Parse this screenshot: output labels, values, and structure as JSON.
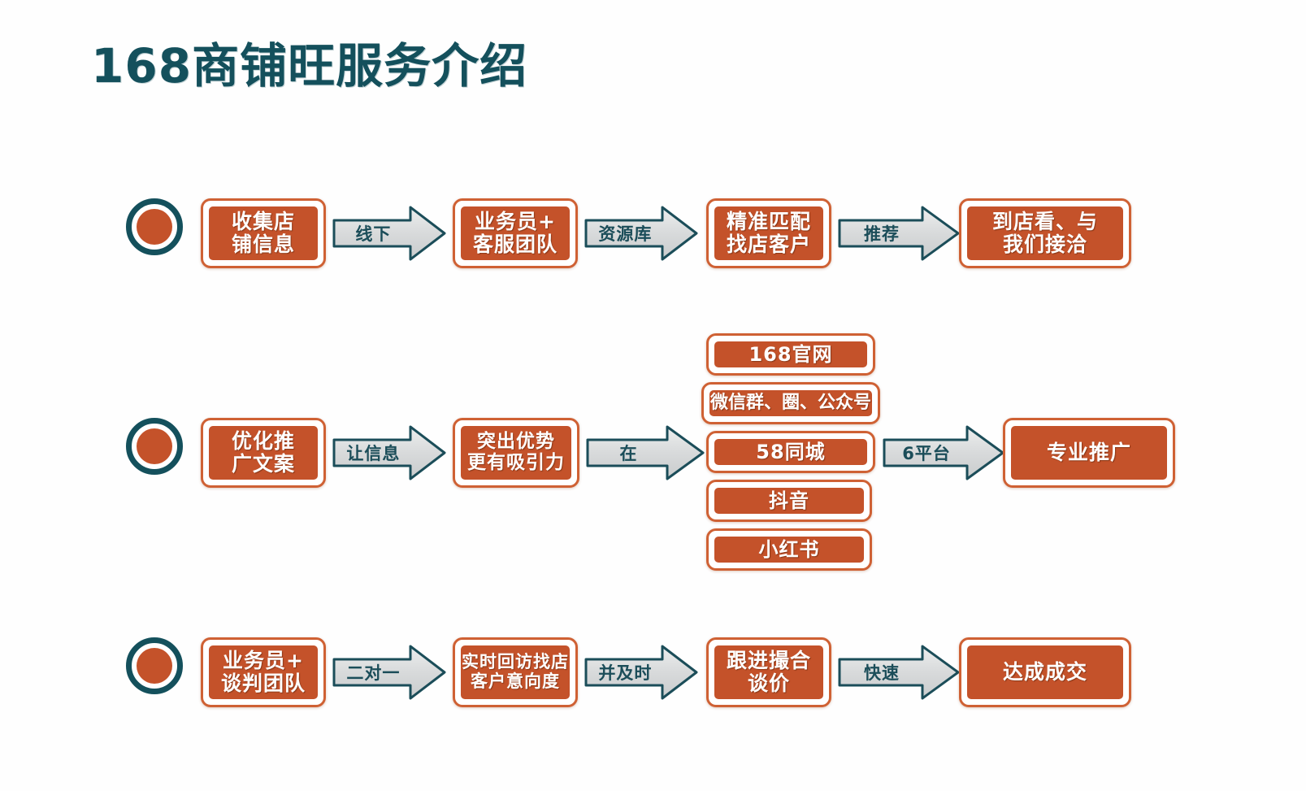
{
  "title": "168商铺旺服务介绍",
  "colors": {
    "teal": "#14505c",
    "orange": "#c4522a",
    "orange_border": "#cf6134",
    "arrow_fill": "#d9dbdb",
    "background": "#fefefe"
  },
  "rows": [
    {
      "id": "row-1",
      "bullet": "bullet-circle",
      "steps": [
        {
          "lines": [
            "收集店",
            "铺信息"
          ]
        },
        {
          "lines": [
            "业务员+",
            "客服团队"
          ]
        },
        {
          "lines": [
            "精准匹配",
            "找店客户"
          ]
        },
        {
          "lines": [
            "到店看、与",
            "我们接洽"
          ]
        }
      ],
      "arrows": [
        {
          "label": "线下"
        },
        {
          "label": "资源库"
        },
        {
          "label": "推荐"
        }
      ]
    },
    {
      "id": "row-2",
      "bullet": "bullet-circle",
      "steps": [
        {
          "lines": [
            "优化推",
            "广文案"
          ]
        },
        {
          "lines": [
            "突出优势",
            "更有吸引力"
          ]
        },
        {
          "lines": [
            "专业推广"
          ]
        }
      ],
      "arrows": [
        {
          "label": "让信息"
        },
        {
          "label": "在"
        },
        {
          "label": "6平台"
        }
      ],
      "platforms": [
        {
          "label": "168官网"
        },
        {
          "label": "微信群、圈、公众号"
        },
        {
          "label": "58同城"
        },
        {
          "label": "抖音"
        },
        {
          "label": "小红书"
        }
      ]
    },
    {
      "id": "row-3",
      "bullet": "bullet-circle",
      "steps": [
        {
          "lines": [
            "业务员+",
            "谈判团队"
          ]
        },
        {
          "lines": [
            "实时回访找店",
            "客户意向度"
          ]
        },
        {
          "lines": [
            "跟进撮合",
            "谈价"
          ]
        },
        {
          "lines": [
            "达成成交"
          ]
        }
      ],
      "arrows": [
        {
          "label": "二对一"
        },
        {
          "label": "并及时"
        },
        {
          "label": "快速"
        }
      ]
    }
  ]
}
